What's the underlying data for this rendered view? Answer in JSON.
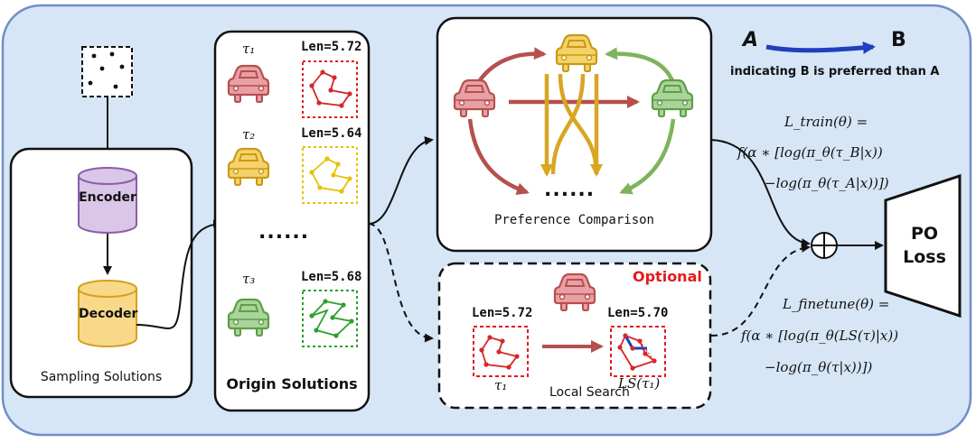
{
  "colors": {
    "panel_bg": "#d6e6f7",
    "panel_border": "#6f8fc4",
    "red_car": "#e8a0a6",
    "yellow_car": "#f5d36a",
    "green_car": "#a9d49a",
    "red_arrow": "#b5504d",
    "yellow_arrow": "#d8a623",
    "green_arrow": "#7fb35e",
    "encoder": "#d9c6e8",
    "decoder": "#f8d98a",
    "preference_arrow": "#1f3fbf",
    "optional_text": "#e41a1c"
  },
  "icons": [
    "car-icon",
    "cylinder-icon",
    "tour-graph-icon",
    "sum-circle-icon",
    "trapezoid-icon"
  ],
  "sampling": {
    "label": "Sampling Solutions",
    "encoder": "Encoder",
    "decoder": "Decoder"
  },
  "origin": {
    "label": "Origin Solutions",
    "ellipsis": "......",
    "items": [
      {
        "tau": "τ₁",
        "len": "Len=5.72"
      },
      {
        "tau": "τ₂",
        "len": "Len=5.64"
      },
      {
        "tau": "τ₃",
        "len": "Len=5.68"
      }
    ]
  },
  "preference": {
    "label": "Preference Comparison",
    "ellipsis": "......"
  },
  "legend": {
    "a": "A",
    "b": "B",
    "text": "indicating B is preferred than A"
  },
  "local_search": {
    "optional": "Optional",
    "label": "Local Search",
    "len_before": "Len=5.72",
    "len_after": "Len=5.70",
    "tau": "τ₁",
    "ls_tau": "LS(τ₁)"
  },
  "loss": {
    "text": "PO Loss",
    "train": [
      "L_train(θ) =",
      "f(α ∗ [log(π_θ(τ_B|x))",
      "−log(π_θ(τ_A|x))])"
    ],
    "finetune": [
      "L_finetune(θ) =",
      "f(α ∗ [log(π_θ(LS(τ)|x))",
      "−log(π_θ(τ|x))])"
    ],
    "sum_symbol": "⊕"
  }
}
